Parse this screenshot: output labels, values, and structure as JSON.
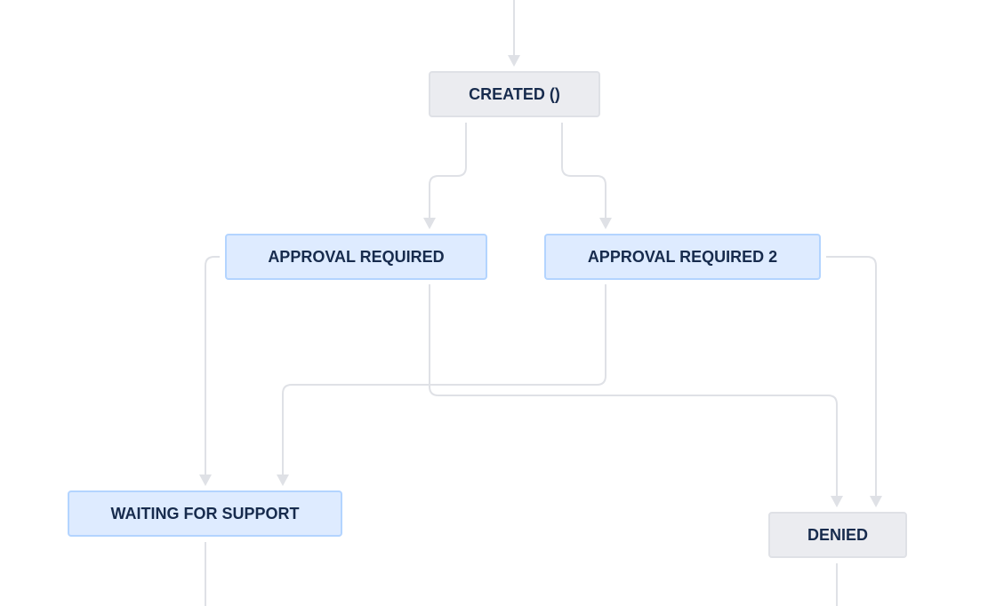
{
  "colors": {
    "edge": "#dfe1e6",
    "todo_fill": "#ebecf0",
    "todo_border": "#dfe1e6",
    "inprogress_fill": "#deebff",
    "inprogress_border": "#b3d4ff",
    "text": "#172b4d"
  },
  "workflow": {
    "statuses": {
      "created": {
        "label": "CREATED ()",
        "category": "grey"
      },
      "approval_required": {
        "label": "APPROVAL REQUIRED",
        "category": "blue"
      },
      "approval_required_2": {
        "label": "APPROVAL REQUIRED 2",
        "category": "blue"
      },
      "waiting_for_support": {
        "label": "WAITING FOR SUPPORT",
        "category": "blue"
      },
      "denied": {
        "label": "DENIED",
        "category": "grey"
      }
    },
    "transitions": [
      {
        "from": "",
        "to": "created"
      },
      {
        "from": "created",
        "to": "approval_required"
      },
      {
        "from": "created",
        "to": "approval_required_2"
      },
      {
        "from": "approval_required",
        "to": "waiting_for_support"
      },
      {
        "from": "approval_required",
        "to": "denied"
      },
      {
        "from": "approval_required_2",
        "to": "waiting_for_support"
      },
      {
        "from": "approval_required_2",
        "to": "denied"
      },
      {
        "from": "waiting_for_support",
        "to": ""
      },
      {
        "from": "denied",
        "to": ""
      }
    ]
  }
}
